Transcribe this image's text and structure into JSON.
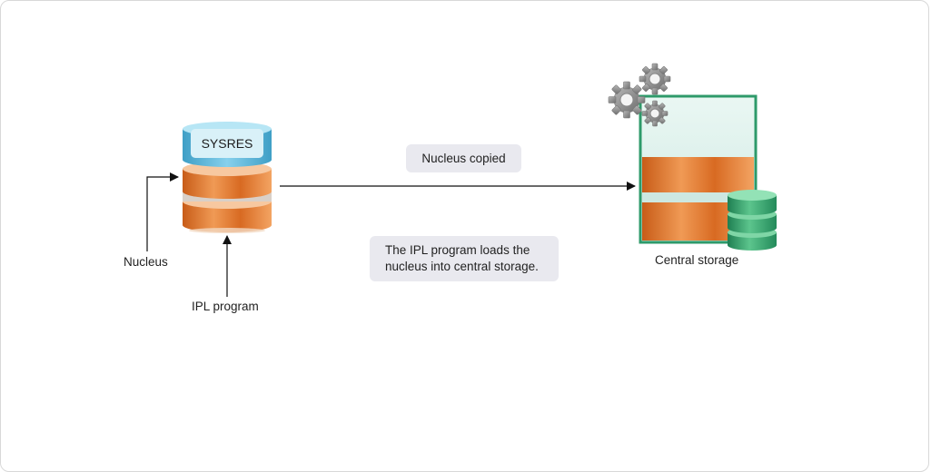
{
  "labels": {
    "sysres": "SYSRES",
    "nucleus": "Nucleus",
    "ipl_program": "IPL program",
    "central_storage": "Central storage"
  },
  "callouts": {
    "nucleus_copied": "Nucleus copied",
    "ipl_loads_line1": "The IPL program loads the",
    "ipl_loads_line2": "nucleus into central storage."
  },
  "colors": {
    "disk_orange": "#e07a2e",
    "disk_top_blue": "#5fb7d8",
    "storage_green": "#2e9a6a",
    "gear_gray": "#8a8a8a",
    "callout_bg": "#e9e9ef"
  }
}
